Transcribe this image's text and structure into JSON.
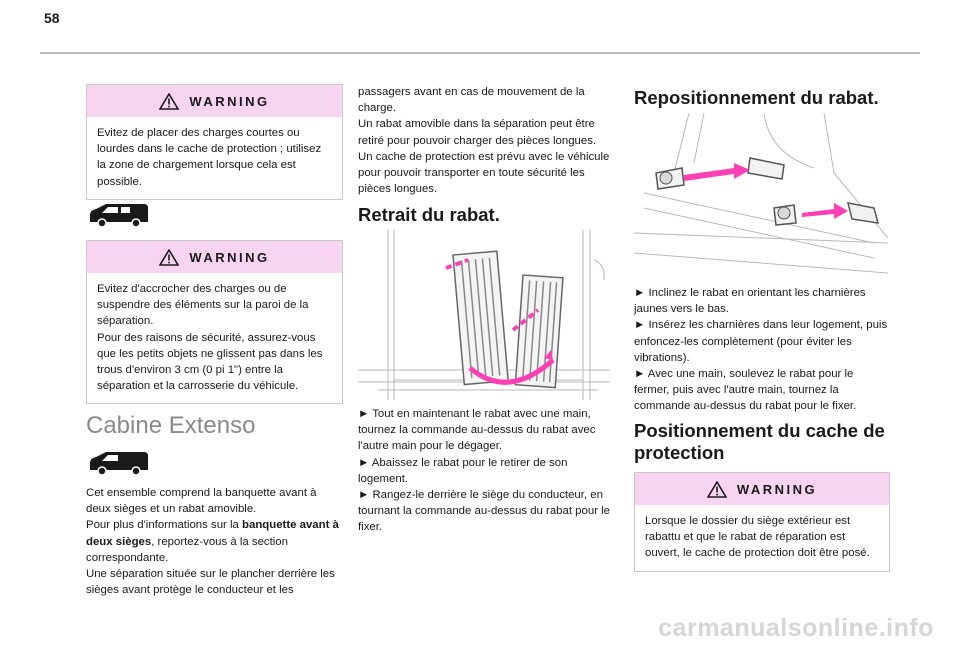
{
  "page_number": "58",
  "col1": {
    "warning1": {
      "title": "WARNING",
      "text": "Evitez de placer des charges courtes ou lourdes dans le cache de protection ; utilisez la zone de chargement lorsque cela est possible."
    },
    "warning2": {
      "title": "WARNING",
      "text_l1": "Evitez d'accrocher des charges ou de suspendre des éléments sur la paroi de la séparation.",
      "text_l2": "Pour des raisons de sécurité, assurez-vous que les petits objets ne glissent pas dans les trous d'environ 3 cm (0 pi 1\") entre la séparation et la carrosserie du véhicule."
    },
    "section_title": "Cabine Extenso",
    "intro_l1": "Cet ensemble comprend la banquette avant à deux sièges et un rabat amovible.",
    "intro_l2_a": "Pour plus d'informations sur la ",
    "intro_l2_bold": "banquette avant à deux sièges",
    "intro_l2_b": ", reportez-vous à la section correspondante.",
    "intro_l3": "Une séparation située sur le plancher derrière les sièges avant protège le conducteur et les"
  },
  "col2": {
    "cont_l1": "passagers avant en cas de mouvement de la charge.",
    "cont_l2": "Un rabat amovible dans la séparation peut être retiré pour pouvoir charger des pièces longues. Un cache de protection est prévu avec le véhicule pour pouvoir transporter en toute sécurité les pièces longues.",
    "heading": "Retrait du rabat.",
    "step1": "► Tout en maintenant le rabat avec une main, tournez la commande au-dessus du rabat avec l'autre main pour le dégager.",
    "step2": "► Abaissez le rabat pour le retirer de son logement.",
    "step3": "► Rangez-le derrière le siège du conducteur, en tournant la commande au-dessus du rabat pour le fixer."
  },
  "col3": {
    "heading1": "Repositionnement du rabat.",
    "step1": "► Inclinez le rabat en orientant les charnières jaunes vers le bas.",
    "step2": "► Insérez les charnières dans leur logement, puis enfoncez-les complètement (pour éviter les vibrations).",
    "step3": "► Avec une main, soulevez le rabat pour le fermer, puis avec l'autre main, tournez la commande au-dessus du rabat pour le fixer.",
    "heading2": "Positionnement du cache de protection",
    "warning": {
      "title": "WARNING",
      "text": "Lorsque le dossier du siège extérieur est rabattu et que le rabat de réparation est ouvert, le cache de protection doit être posé."
    }
  },
  "footer": "carmanualsonline.info",
  "colors": {
    "warning_band": "#f7d4f0",
    "arrow": "#ff3fb4",
    "heading_gray": "#8a8a8a"
  }
}
